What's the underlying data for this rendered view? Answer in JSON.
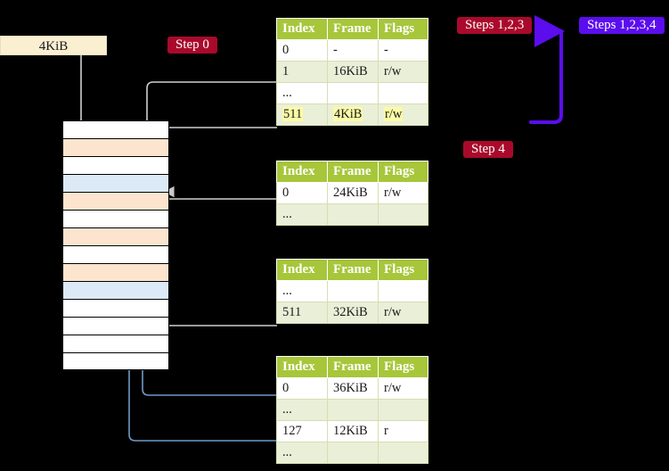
{
  "diagram": {
    "title": "Page table walk diagram",
    "source_block": {
      "label": "4KiB"
    },
    "badges": [
      {
        "name": "step-0",
        "text": "Step 0",
        "color": "#A90A2B",
        "style": "red"
      },
      {
        "name": "steps-123",
        "text": "Steps 1,2,3",
        "color": "#A90A2B",
        "style": "red"
      },
      {
        "name": "steps-1234",
        "text": "Steps 1,2,3,4",
        "color": "#5B0DEE",
        "style": "violet"
      },
      {
        "name": "step-4",
        "text": "Step 4",
        "color": "#A90A2B",
        "style": "red"
      }
    ],
    "memory_column": {
      "name": "physical-memory-column",
      "rows": [
        {
          "fill": "white"
        },
        {
          "fill": "peach"
        },
        {
          "fill": "white"
        },
        {
          "fill": "blue"
        },
        {
          "fill": "peach"
        },
        {
          "fill": "white"
        },
        {
          "fill": "peach"
        },
        {
          "fill": "white"
        },
        {
          "fill": "peach"
        },
        {
          "fill": "blue"
        },
        {
          "fill": "white"
        },
        {
          "fill": "white"
        },
        {
          "fill": "white"
        },
        {
          "fill": "white"
        }
      ],
      "colors": {
        "white": "#FFFFFF",
        "peach": "#FDE4CE",
        "blue": "#DCE9F7"
      }
    },
    "tables": [
      {
        "name": "page-table-level-1",
        "headers": [
          "Index",
          "Frame",
          "Flags"
        ],
        "rows": [
          {
            "cells": [
              "0",
              "-",
              "-"
            ],
            "shade": "white",
            "highlight": false
          },
          {
            "cells": [
              "1",
              "16KiB",
              "r/w"
            ],
            "shade": "alt",
            "highlight": false
          },
          {
            "cells": [
              "...",
              "",
              ""
            ],
            "shade": "white",
            "highlight": false
          },
          {
            "cells": [
              "511",
              "4KiB",
              "r/w"
            ],
            "shade": "alt",
            "highlight": true
          }
        ]
      },
      {
        "name": "page-table-level-2",
        "headers": [
          "Index",
          "Frame",
          "Flags"
        ],
        "rows": [
          {
            "cells": [
              "0",
              "24KiB",
              "r/w"
            ],
            "shade": "white",
            "highlight": false
          },
          {
            "cells": [
              "...",
              "",
              ""
            ],
            "shade": "alt",
            "highlight": false
          }
        ]
      },
      {
        "name": "page-table-level-3",
        "headers": [
          "Index",
          "Frame",
          "Flags"
        ],
        "rows": [
          {
            "cells": [
              "...",
              "",
              ""
            ],
            "shade": "white",
            "highlight": false
          },
          {
            "cells": [
              "511",
              "32KiB",
              "r/w"
            ],
            "shade": "alt",
            "highlight": false
          }
        ]
      },
      {
        "name": "page-table-level-4",
        "headers": [
          "Index",
          "Frame",
          "Flags"
        ],
        "rows": [
          {
            "cells": [
              "0",
              "36KiB",
              "r/w"
            ],
            "shade": "white",
            "highlight": false
          },
          {
            "cells": [
              "...",
              "",
              ""
            ],
            "shade": "alt",
            "highlight": false
          },
          {
            "cells": [
              "127",
              "12KiB",
              "r"
            ],
            "shade": "white",
            "highlight": false
          },
          {
            "cells": [
              "...",
              "",
              ""
            ],
            "shade": "alt",
            "highlight": false
          }
        ]
      }
    ],
    "connector_colors": {
      "gray_wire": "#CFCFCF",
      "blue_wire": "#6E9BC5",
      "violet_arrow": "#5B0DEE"
    }
  }
}
